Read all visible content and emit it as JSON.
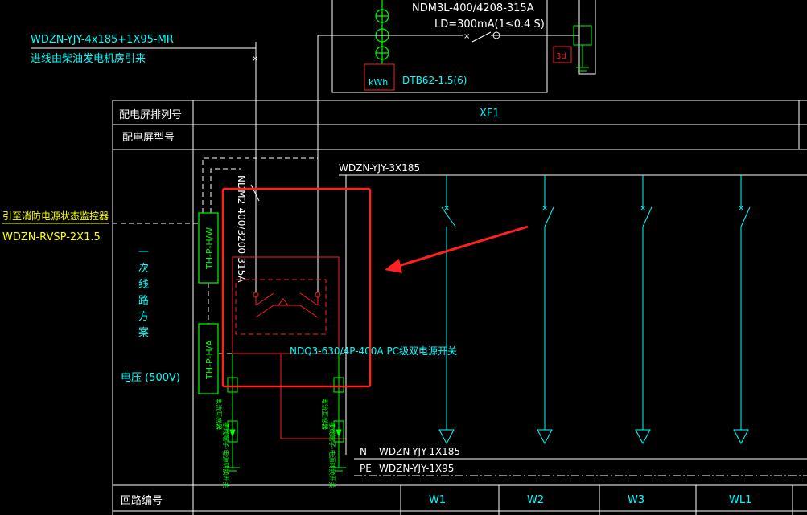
{
  "colors": {
    "background": "#000000",
    "frame": "#ffffff",
    "cyan": "#00ffff",
    "yellow": "#ffff00",
    "green": "#00ff00",
    "red": "#ff2020",
    "highlight": "#ff2020"
  },
  "top": {
    "breaker_model": "NDM3L-400/4208-315A",
    "leakage": "LD=300mA(1≤0.4 S)",
    "meter_label": "kWh",
    "meter_model": "DTB62-1.5(6)",
    "spd_label": "3d"
  },
  "incoming": {
    "cable": "WDZN-YJY-4x185+1X95-MR",
    "note": "进线由柴油发电机房引来"
  },
  "fire_monitor": {
    "title": "引至消防电源状态监控器",
    "cable": "WDZN-RVSP-2X1.5"
  },
  "table": {
    "row1_label": "配电屏排列号",
    "row1_value": "XF1",
    "row2_label": "配电屏型号",
    "scheme_chars": [
      "一",
      "次",
      "线",
      "路",
      "方",
      "案"
    ],
    "voltage": "电压  (500V)",
    "bottom_label": "回路编号",
    "circuits": [
      "W1",
      "W2",
      "W3",
      "WL1"
    ]
  },
  "schematic": {
    "busbar_cable": "WDZN-YJY-3X185",
    "vertical_breaker": "NDM2-400/3200-315A",
    "ats": "NDQ3-630/4P-400A PC级双电源开关",
    "monitor_1": "TH-P-H/W",
    "monitor_2": "TH-P-H/A",
    "ct_note": "电流互感器",
    "side_note": "接线端子·电源转换开关",
    "n_label": "N",
    "n_cable": "WDZN-YJY-1X185",
    "pe_label": "PE",
    "pe_cable": "WDZN-YJY-1X95"
  }
}
